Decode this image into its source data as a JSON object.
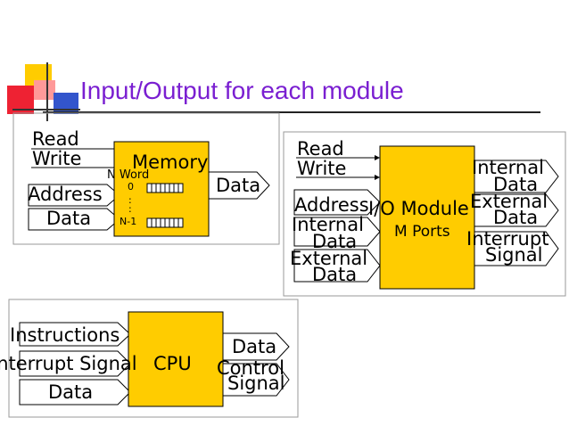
{
  "title": "Input/Output for each module",
  "colors": {
    "title": "#7a1fd1",
    "module_fill": "#ffcc00",
    "logo_yellow": "#ffcc00",
    "logo_red": "#ee2233",
    "logo_blue": "#3355cc",
    "logo_pink": "#ff8888"
  },
  "memory": {
    "inputs": [
      "Read",
      "Write",
      "Address",
      "Data"
    ],
    "label": "Memory",
    "word_label": "N Word",
    "index_first": "0",
    "dots": ":",
    "index_last": "N-1",
    "output": "Data"
  },
  "io_module": {
    "inputs": [
      "Read",
      "Write",
      "Address",
      "Internal",
      "Data",
      "External",
      "Data"
    ],
    "label": "I/O Module",
    "ports": "M Ports",
    "outputs": [
      "Internal",
      "Data",
      "External",
      "Data",
      "Interrupt",
      "Signal"
    ]
  },
  "cpu": {
    "inputs": [
      "Instructions",
      "Interrupt Signal",
      "Data"
    ],
    "label": "CPU",
    "outputs": [
      "Data",
      "Control",
      "Signal"
    ]
  }
}
